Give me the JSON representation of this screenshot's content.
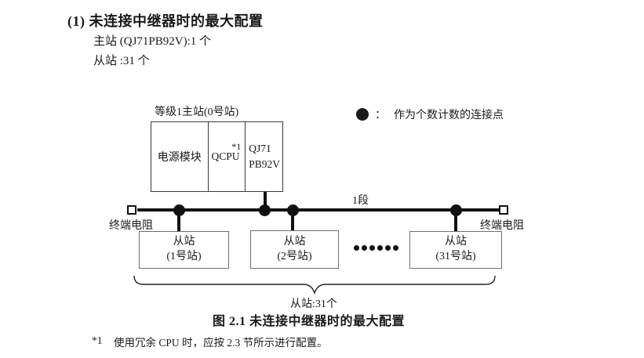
{
  "page": {
    "heading": "(1) 未连接中继器时的最大配置",
    "spec_lines": {
      "master": "主站 (QJ71PB92V):1 个",
      "slave": "从站 :31 个"
    },
    "caption": "图 2.1 未连接中继器时的最大配置",
    "footnote": {
      "marker": "*1",
      "text": "使用冗余 CPU 时，应按 2.3 节所示进行配置。"
    }
  },
  "diagram": {
    "master": {
      "label": "等级1主站(0号站)",
      "modules": {
        "power": "电源模块",
        "cpu": "QCPU",
        "cpu_note": "*1",
        "network_line1": "QJ71",
        "network_line2": "PB92V"
      }
    },
    "legend": {
      "symbol": "●",
      "separator": "：",
      "label": "作为个数计数的连接点"
    },
    "bus": {
      "segment_label": "1段",
      "terminator_left": "终端电阻",
      "terminator_right": "终端电阻"
    },
    "slaves": [
      {
        "line1": "从站",
        "line2": "(1号站)"
      },
      {
        "line1": "从站",
        "line2": "(2号站)"
      },
      {
        "line1": "从站",
        "line2": "(31号站)"
      }
    ],
    "slave_count_label": "从站:31个"
  },
  "colors": {
    "ink": "#1a1a1a",
    "master_border": "#3a3a3a",
    "slave_border": "#6e6e6e"
  }
}
